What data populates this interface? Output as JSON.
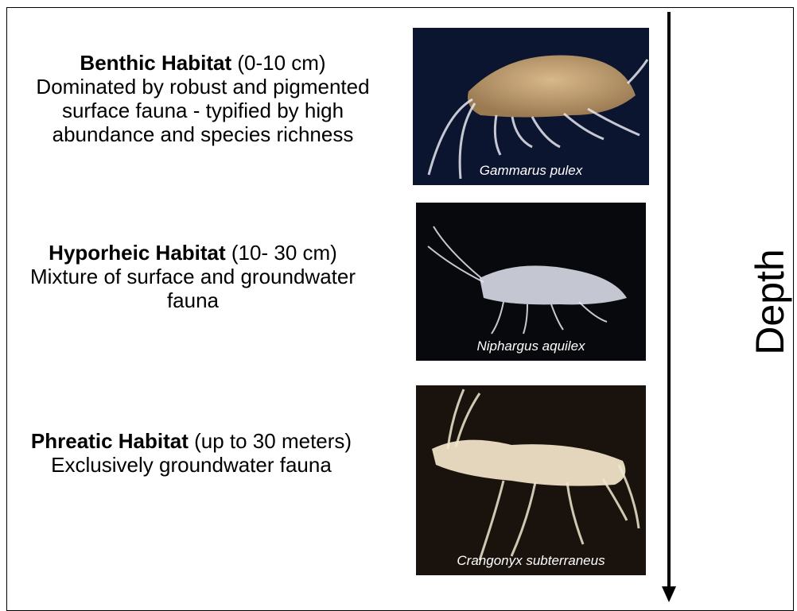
{
  "habitats": [
    {
      "title": "Benthic Habitat",
      "range": " (0-10 cm)",
      "description": "Dominated by robust and pigmented surface fauna - typified by high abundance and species richness"
    },
    {
      "title": "Hyporheic Habitat",
      "range": " (10- 30 cm)",
      "description": "Mixture of surface and groundwater fauna"
    },
    {
      "title": "Phreatic Habitat",
      "range": " (up to 30 meters)",
      "description": "Exclusively groundwater fauna"
    }
  ],
  "photos": [
    {
      "caption": "Gammarus pulex"
    },
    {
      "caption": "Niphargus aquilex"
    },
    {
      "caption": "Crangonyx subterraneus"
    }
  ],
  "axis": {
    "label": "Depth"
  }
}
